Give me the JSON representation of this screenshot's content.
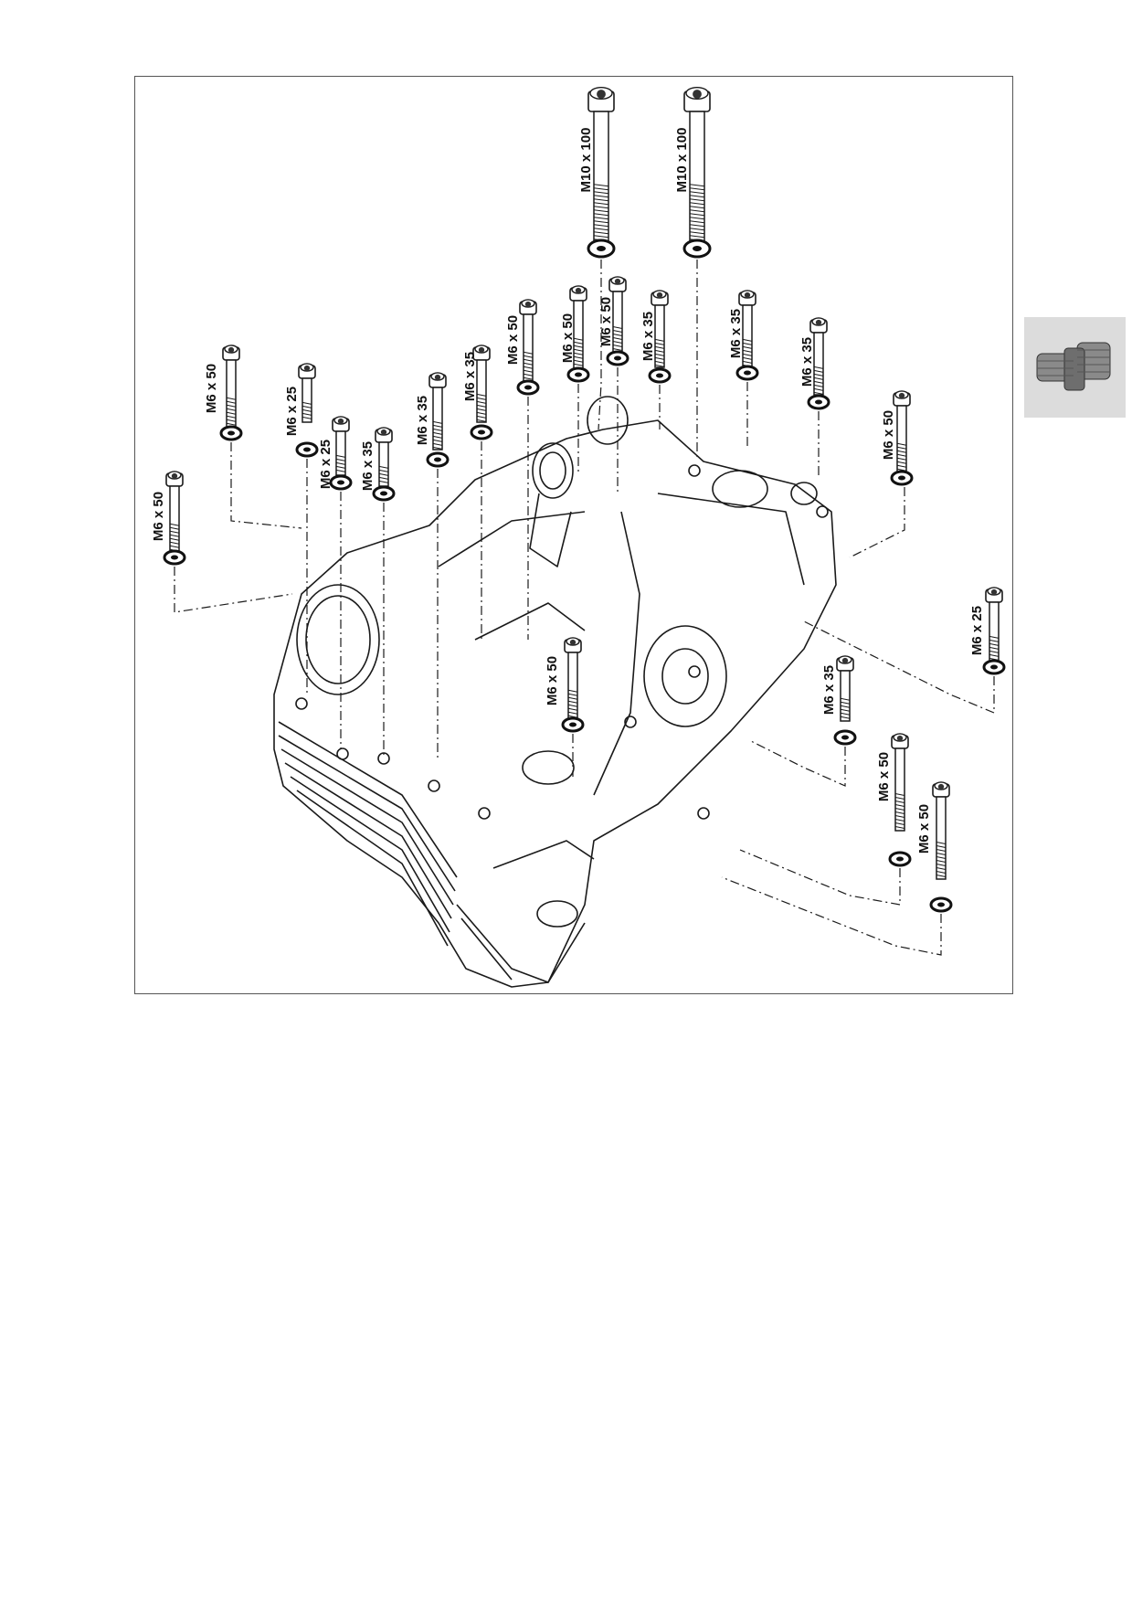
{
  "diagram": {
    "bolts": [
      {
        "id": "b1",
        "label": "M10 x 100"
      },
      {
        "id": "b2",
        "label": "M10 x 100"
      },
      {
        "id": "b3",
        "label": "M6 x 50"
      },
      {
        "id": "b4",
        "label": "M6 x 50"
      },
      {
        "id": "b5",
        "label": "M6 x 35"
      },
      {
        "id": "b6",
        "label": "M6 x 50"
      },
      {
        "id": "b7",
        "label": "M6 x 35"
      },
      {
        "id": "b8",
        "label": "M6 x 35"
      },
      {
        "id": "b9",
        "label": "M6 x 35"
      },
      {
        "id": "b10",
        "label": "M6 x 35"
      },
      {
        "id": "b11",
        "label": "M6 x 50"
      },
      {
        "id": "b12",
        "label": "M6 x 25"
      },
      {
        "id": "b13",
        "label": "M6 x 25"
      },
      {
        "id": "b14",
        "label": "M6 x 35"
      },
      {
        "id": "b15",
        "label": "M6 x 50"
      },
      {
        "id": "b16",
        "label": "M6 x 50"
      },
      {
        "id": "b17",
        "label": "M6 x 50"
      },
      {
        "id": "b18",
        "label": "M6 x 25"
      },
      {
        "id": "b19",
        "label": "M6 x 35"
      },
      {
        "id": "b20",
        "label": "M6 x 50"
      },
      {
        "id": "b21",
        "label": "M6 x 50"
      }
    ]
  },
  "side_tab": {
    "icon": "engine-thumbnail-icon"
  },
  "colors": {
    "line": "#1a1a1a",
    "tab_bg": "#dcdcdc",
    "frame": "#555555"
  }
}
